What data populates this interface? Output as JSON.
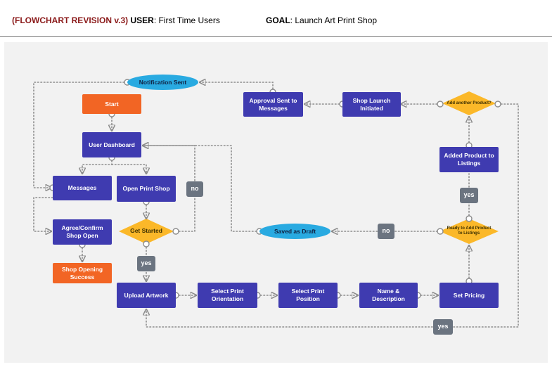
{
  "header": {
    "revision_label": "(FLOWCHART REVISION v.3)",
    "user_key": "USER",
    "user_value": ": First Time Users",
    "goal_key": "GOAL",
    "goal_value": ": Launch Art Print Shop"
  },
  "colors": {
    "process": "#3f3bb0",
    "terminal": "#f26524",
    "decision": "#fbb829",
    "connector_label": "#6b7480",
    "oval": "#29aae1",
    "connector_line": "#8c8c8c"
  },
  "nodes": {
    "start": "Start",
    "user_dashboard": "User Dashboard",
    "messages": "Messages",
    "open_print_shop": "Open Print Shop",
    "get_started": "Get Started",
    "agree_confirm": "Agree/Confirm Shop Open",
    "shop_opening_success": "Shop Opening Success",
    "upload_artwork": "Upload Artwork",
    "select_orientation": "Select Print Orientation",
    "select_position": "Select Print Position",
    "name_description": "Name & Description",
    "set_pricing": "Set Pricing",
    "ready_to_add": "Ready to Add Product to Listings",
    "added_product": "Added Product to Listings",
    "add_another": "Add another Product?",
    "shop_launch": "Shop Launch Initiated",
    "approval_sent": "Approval Sent to Messages",
    "notification_sent": "Notification Sent",
    "saved_as_draft": "Saved as Draft"
  },
  "labels": {
    "no_get_started": "no",
    "yes_get_started": "yes",
    "yes_ready": "yes",
    "no_ready": "no",
    "yes_another": "yes"
  }
}
